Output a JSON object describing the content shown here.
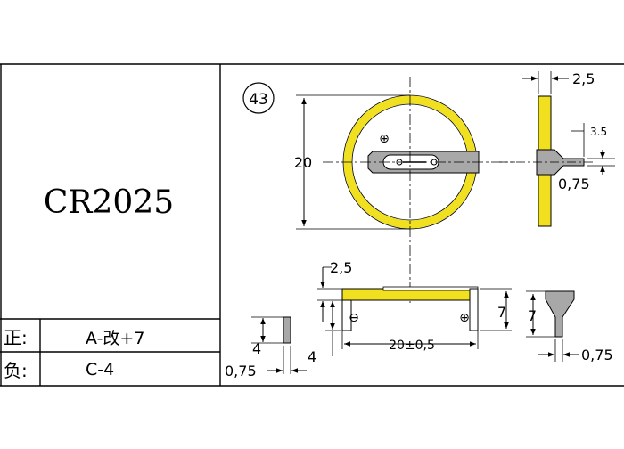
{
  "part_no": "CR2025",
  "item_no": "43",
  "rows": [
    {
      "label": "正:",
      "value": "A-改+7"
    },
    {
      "label": "负:",
      "value": "C-4"
    }
  ],
  "dims": {
    "diameter": "20",
    "side_thickness": "2,5",
    "side_tab": "3.5",
    "side_tab_thickness": "0,75",
    "front_height": "2,5",
    "front_width": "20±0,5",
    "front_pin": "7",
    "pin_width": "0,75",
    "left_pin": "4",
    "left_pin_thickness": "0,75",
    "left_pin_length": "4",
    "right_pin": "7",
    "right_pin_thickness": "0,75"
  },
  "polarity": {
    "plus": "⊕",
    "minus": "⊖"
  },
  "colors": {
    "cell": "#f0e020",
    "tab": "#a8a8a8",
    "line": "#000000"
  }
}
